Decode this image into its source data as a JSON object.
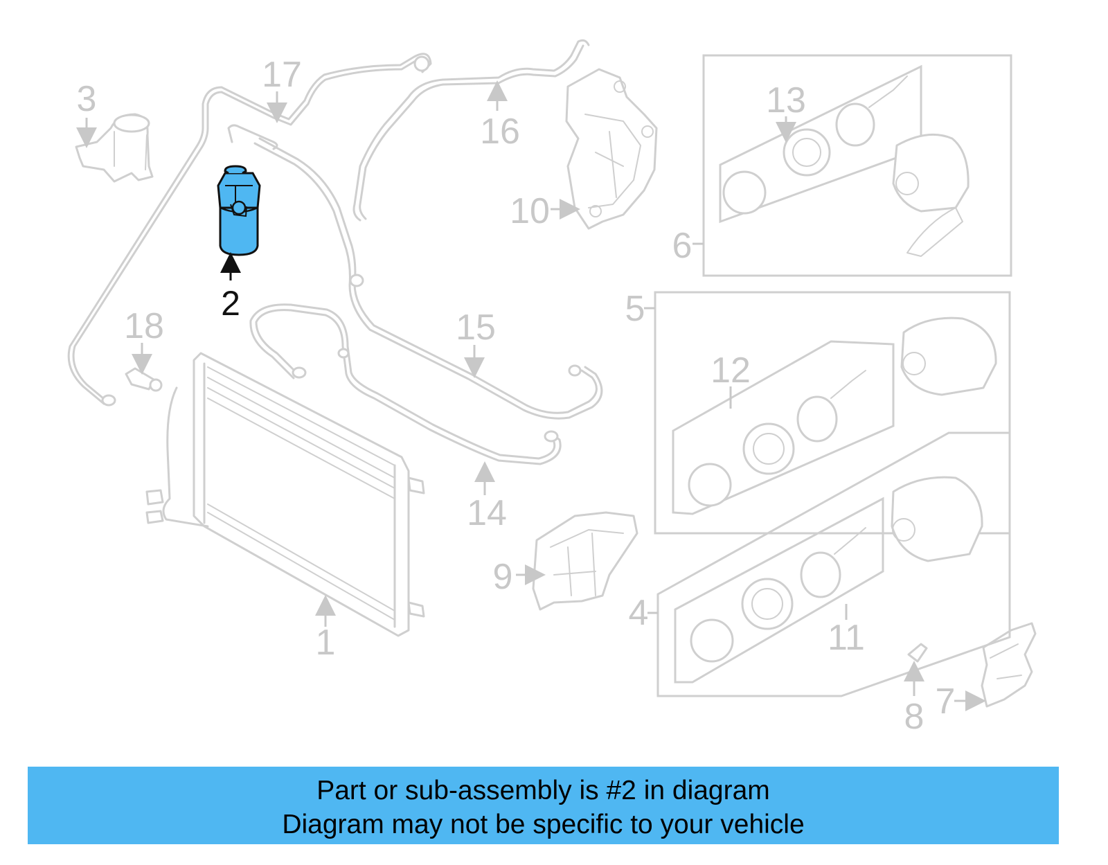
{
  "diagram": {
    "highlight_color": "#4fb7f2",
    "ghost_color": "#cfcfcf",
    "highlighted_callout": "2",
    "callouts": {
      "c1": "1",
      "c2": "2",
      "c3": "3",
      "c4": "4",
      "c5": "5",
      "c6": "6",
      "c7": "7",
      "c8": "8",
      "c9": "9",
      "c10": "10",
      "c11": "11",
      "c12": "12",
      "c13": "13",
      "c14": "14",
      "c15": "15",
      "c16": "16",
      "c17": "17",
      "c18": "18"
    }
  },
  "banner": {
    "line1": "Part or sub-assembly is #2 in diagram",
    "line2": "Diagram may not be specific to your vehicle",
    "background": "#4fb7f2"
  }
}
